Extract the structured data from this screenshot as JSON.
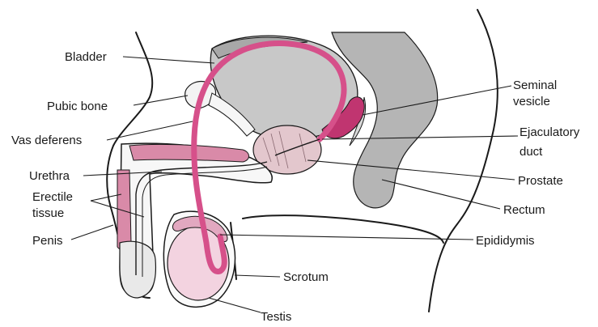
{
  "diagram": {
    "labels": {
      "bladder": "Bladder",
      "pubic_bone": "Pubic bone",
      "vas_deferens": "Vas deferens",
      "urethra": "Urethra",
      "erectile_tissue_line1": "Erectile",
      "erectile_tissue_line2": "tissue",
      "penis": "Penis",
      "seminal_vesicle_line1": "Seminal",
      "seminal_vesicle_line2": "vesicle",
      "ejaculatory_duct_line1": "Ejaculatory",
      "ejaculatory_duct_line2": "duct",
      "prostate": "Prostate",
      "rectum": "Rectum",
      "epididymis": "Epididymis",
      "scrotum": "Scrotum",
      "testis": "Testis"
    },
    "colors": {
      "vas_deferens": "#d6508a",
      "seminal_vesicle": "#c03570",
      "erectile_tissue": "#d98aa8",
      "testis": "#f3d3e0",
      "bladder": "#c8c8c8",
      "rectum": "#b5b5b5",
      "prostate": "#e3c7cd"
    }
  }
}
